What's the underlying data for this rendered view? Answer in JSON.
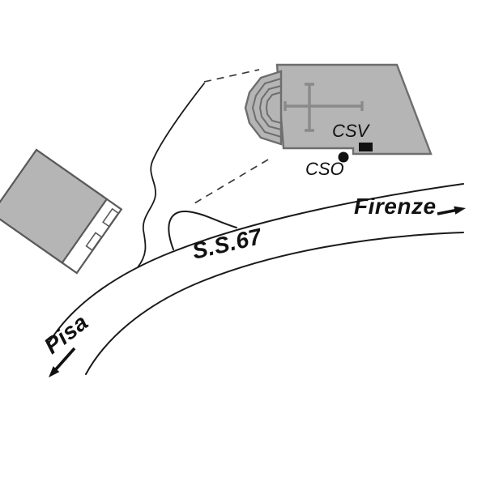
{
  "map": {
    "road_label": "S.S.67",
    "destination_right": "Firenze",
    "destination_left": "Pisa",
    "marker_csv": "CSV",
    "marker_cso": "CSO",
    "colors": {
      "building_fill": "#b5b5b5",
      "building_stroke": "#6e6e6e",
      "cross_stroke": "#8a8a8a",
      "line": "#1a1a1a",
      "background": "#ffffff"
    }
  }
}
